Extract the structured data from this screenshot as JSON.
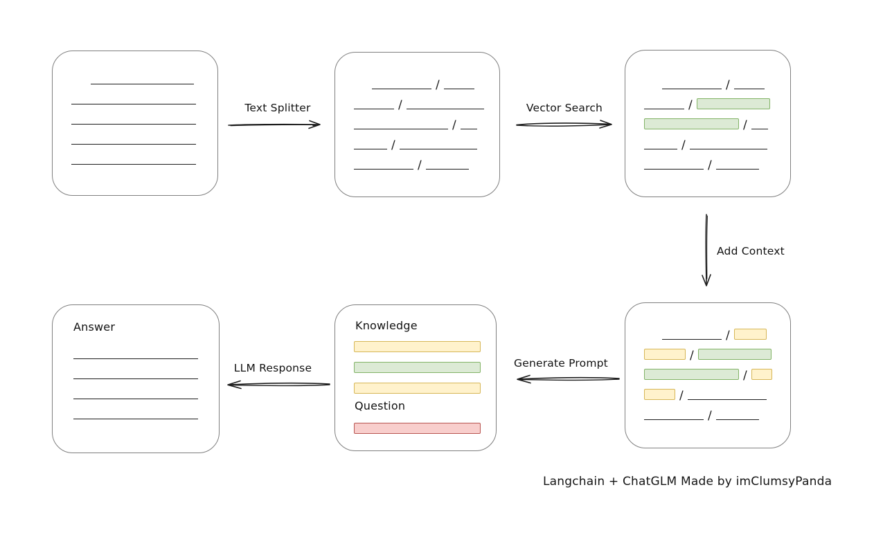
{
  "caption": "Langchain + ChatGLM Made by imClumsyPanda",
  "separator": "/",
  "labels": {
    "text_splitter": "Text Splitter",
    "vector_search": "Vector Search",
    "add_context": "Add Context",
    "generate_prompt": "Generate Prompt",
    "llm_response": "LLM Response",
    "knowledge": "Knowledge",
    "question": "Question",
    "answer": "Answer"
  },
  "colors": {
    "background": "#ffffff",
    "box_border": "#7f7f7f",
    "text_line": "#1b1b1b",
    "green_fill": "#dcead5",
    "green_border": "#82b366",
    "yellow_fill": "#fff2cc",
    "yellow_border": "#d6b656",
    "red_fill": "#f8cecc",
    "red_border": "#b85450"
  },
  "boxes": {
    "document": {
      "rows": [
        [
          {
            "k": "gap",
            "w": 28
          },
          {
            "k": "line",
            "w": 149
          }
        ],
        [
          {
            "k": "line",
            "w": 180
          }
        ],
        [
          {
            "k": "line",
            "w": 180
          }
        ],
        [
          {
            "k": "line",
            "w": 180
          }
        ],
        [
          {
            "k": "line",
            "w": 180
          }
        ]
      ]
    },
    "split_segments": {
      "rows": [
        [
          {
            "k": "gap",
            "w": 26
          },
          {
            "k": "line",
            "w": 86
          },
          {
            "k": "slash"
          },
          {
            "k": "line",
            "w": 44
          }
        ],
        [
          {
            "k": "line",
            "w": 58
          },
          {
            "k": "slash"
          },
          {
            "k": "line",
            "w": 112
          }
        ],
        [
          {
            "k": "line",
            "w": 136
          },
          {
            "k": "slash"
          },
          {
            "k": "line",
            "w": 24
          }
        ],
        [
          {
            "k": "line",
            "w": 48
          },
          {
            "k": "slash"
          },
          {
            "k": "line",
            "w": 112
          }
        ],
        [
          {
            "k": "line",
            "w": 86
          },
          {
            "k": "slash"
          },
          {
            "k": "line",
            "w": 62
          }
        ]
      ]
    },
    "matched_segments": {
      "rows": [
        [
          {
            "k": "gap",
            "w": 26
          },
          {
            "k": "line",
            "w": 86
          },
          {
            "k": "slash"
          },
          {
            "k": "line",
            "w": 44
          }
        ],
        [
          {
            "k": "line",
            "w": 58
          },
          {
            "k": "slash"
          },
          {
            "k": "bar",
            "c": "green",
            "w": 106
          }
        ],
        [
          {
            "k": "bar",
            "c": "green",
            "w": 137
          },
          {
            "k": "slash"
          },
          {
            "k": "line",
            "w": 24
          }
        ],
        [
          {
            "k": "line",
            "w": 48
          },
          {
            "k": "slash"
          },
          {
            "k": "line",
            "w": 112
          }
        ],
        [
          {
            "k": "line",
            "w": 86
          },
          {
            "k": "slash"
          },
          {
            "k": "line",
            "w": 62
          }
        ]
      ]
    },
    "context_segments": {
      "rows": [
        [
          {
            "k": "gap",
            "w": 26
          },
          {
            "k": "line",
            "w": 86
          },
          {
            "k": "slash"
          },
          {
            "k": "bar",
            "c": "yellow",
            "w": 47
          }
        ],
        [
          {
            "k": "bar",
            "c": "yellow",
            "w": 60
          },
          {
            "k": "slash"
          },
          {
            "k": "bar",
            "c": "green",
            "w": 106
          }
        ],
        [
          {
            "k": "bar",
            "c": "green",
            "w": 137
          },
          {
            "k": "slash"
          },
          {
            "k": "bar",
            "c": "yellow",
            "w": 30
          }
        ],
        [
          {
            "k": "bar",
            "c": "yellow",
            "w": 45
          },
          {
            "k": "slash"
          },
          {
            "k": "line",
            "w": 114
          }
        ],
        [
          {
            "k": "line",
            "w": 86
          },
          {
            "k": "slash"
          },
          {
            "k": "line",
            "w": 62
          }
        ]
      ]
    },
    "prompt": {
      "knowledge_bars": [
        "yellow",
        "green",
        "yellow"
      ],
      "question_bars": [
        "red"
      ]
    },
    "answer": {
      "rows": [
        [
          {
            "k": "line",
            "w": 180
          }
        ],
        [
          {
            "k": "line",
            "w": 180
          }
        ],
        [
          {
            "k": "line",
            "w": 180
          }
        ],
        [
          {
            "k": "line",
            "w": 180
          }
        ]
      ]
    }
  }
}
